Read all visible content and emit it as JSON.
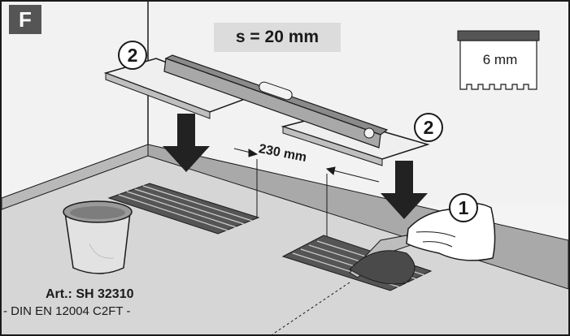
{
  "panel": {
    "letter": "F"
  },
  "spacing_title": "s = 20 mm",
  "trowel": {
    "notch_label": "6 mm"
  },
  "distance_label": "230 mm",
  "markers": {
    "level_step": "2",
    "trowel_step": "1"
  },
  "product": {
    "article": "Art.: SH 32310",
    "standard": "- DIN EN 12004 C2FT -"
  },
  "colors": {
    "wall": "#f2f2f2",
    "floor": "#d8d8d8",
    "baseboard": "#a9a9a9",
    "level": "#8a8a8a",
    "adhesive": "#3a3a3a",
    "label_box": "#dcdcdc",
    "badge": "#555555"
  },
  "icons": {
    "trowel": "notched-trowel-icon",
    "bucket": "bucket-icon",
    "hand": "hand-icon",
    "arrow": "down-arrow-icon",
    "level": "spirit-level-icon"
  }
}
